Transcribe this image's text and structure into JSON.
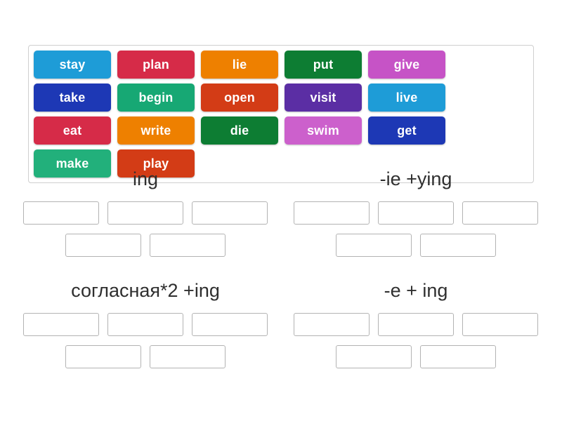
{
  "page": {
    "background": "#ffffff"
  },
  "tray": {
    "tiles": [
      {
        "label": "stay",
        "color": "#1e9cd7"
      },
      {
        "label": "plan",
        "color": "#d62b48"
      },
      {
        "label": "lie",
        "color": "#ee8000"
      },
      {
        "label": "put",
        "color": "#0d7d33"
      },
      {
        "label": "give",
        "color": "#c653c6"
      },
      {
        "label": "take",
        "color": "#1d38b5"
      },
      {
        "label": "begin",
        "color": "#17a874"
      },
      {
        "label": "open",
        "color": "#d33c16"
      },
      {
        "label": "visit",
        "color": "#5b2ea4"
      },
      {
        "label": "live",
        "color": "#1e9cd7"
      },
      {
        "label": "eat",
        "color": "#d62b48"
      },
      {
        "label": "write",
        "color": "#ee8000"
      },
      {
        "label": "die",
        "color": "#0d7d33"
      },
      {
        "label": "swim",
        "color": "#cc60cc"
      },
      {
        "label": "get",
        "color": "#1d38b5"
      },
      {
        "label": "make",
        "color": "#22b07b"
      },
      {
        "label": "play",
        "color": "#d33c16"
      }
    ]
  },
  "groups": [
    {
      "title": "ing",
      "slot_rows": [
        3,
        2
      ]
    },
    {
      "title": "-ie +ying",
      "slot_rows": [
        3,
        2
      ]
    },
    {
      "title": "согласная*2 +ing",
      "slot_rows": [
        3,
        2
      ]
    },
    {
      "title": "-e + ing",
      "slot_rows": [
        3,
        2
      ]
    }
  ]
}
